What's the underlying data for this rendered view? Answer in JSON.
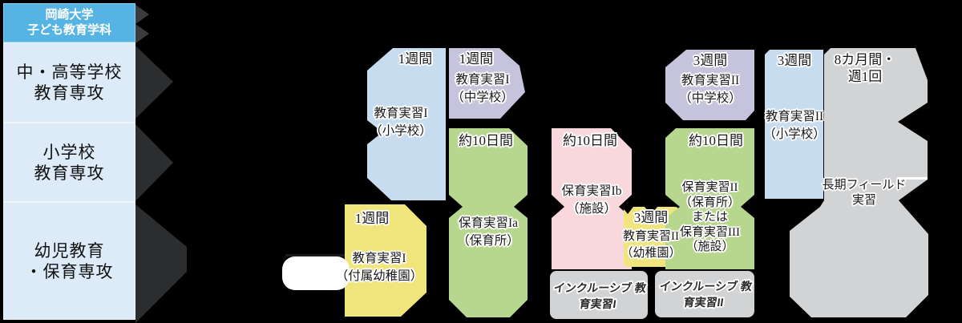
{
  "title": {
    "university": "岡崎大学",
    "department": "子ども教育学科"
  },
  "sidebar": {
    "rows": [
      {
        "line1": "中・高等学校",
        "line2": "教育専攻"
      },
      {
        "line1": "小学校",
        "line2": "教育専攻"
      },
      {
        "line1": "幼児教育",
        "line2": "・保育専攻"
      }
    ]
  },
  "practicums": {
    "edu1_elementary": {
      "duration": "1週間",
      "line1": "教育実習I",
      "line2": "（小学校）"
    },
    "edu1_junior_high": {
      "duration": "1週間",
      "line1": "教育実習I",
      "line2": "（中学校）"
    },
    "childcare_1a": {
      "duration": "約10日間",
      "line1": "保育実習Ia",
      "line2": "（保育所）"
    },
    "childcare_1b": {
      "duration": "約10日間",
      "line1": "保育実習Ib",
      "line2": "（施設）"
    },
    "inclusive_1": {
      "line1": "インクルーシブ",
      "line2": "教育実習I"
    },
    "edu1_kindergarten": {
      "duration": "1週間",
      "line1": "教育実習I",
      "line2": "（付属幼稚園）"
    },
    "edu2_kindergarten": {
      "duration": "3週間",
      "line1": "教育実習II",
      "line2": "（幼稚園）"
    },
    "edu2_junior_high": {
      "duration": "3週間",
      "line1": "教育実習II",
      "line2": "（中学校）"
    },
    "childcare_2_3": {
      "duration": "約10日間",
      "line1": "保育実習II",
      "line2": "（保育所）",
      "line3": "または",
      "line4": "保育実習III",
      "line5": "（施設）"
    },
    "inclusive_2": {
      "line1": "インクルーシブ",
      "line2": "教育実習II"
    },
    "edu2_elementary": {
      "duration": "3週間",
      "line1": "教育実習II",
      "line2": "（小学校）"
    },
    "long_field": {
      "duration_line1": "8カ月間・",
      "duration_line2": "週1回",
      "line1": "長期フィールド",
      "line2": "実習"
    }
  },
  "colors": {
    "background": "#000000",
    "sidebar_header_blue": "#56b4e5",
    "sidebar_row_blue": "#dcebf7",
    "light_blue_block": "#c8dcef",
    "lavender_block": "#c6c3dd",
    "green_block": "#b8d78e",
    "pink_block": "#f8d7dd",
    "yellow_block": "#efe57c",
    "gray_block": "#d2d3d5",
    "dark_arrow": "#2b2d2e",
    "text": "#1a1a1a"
  }
}
